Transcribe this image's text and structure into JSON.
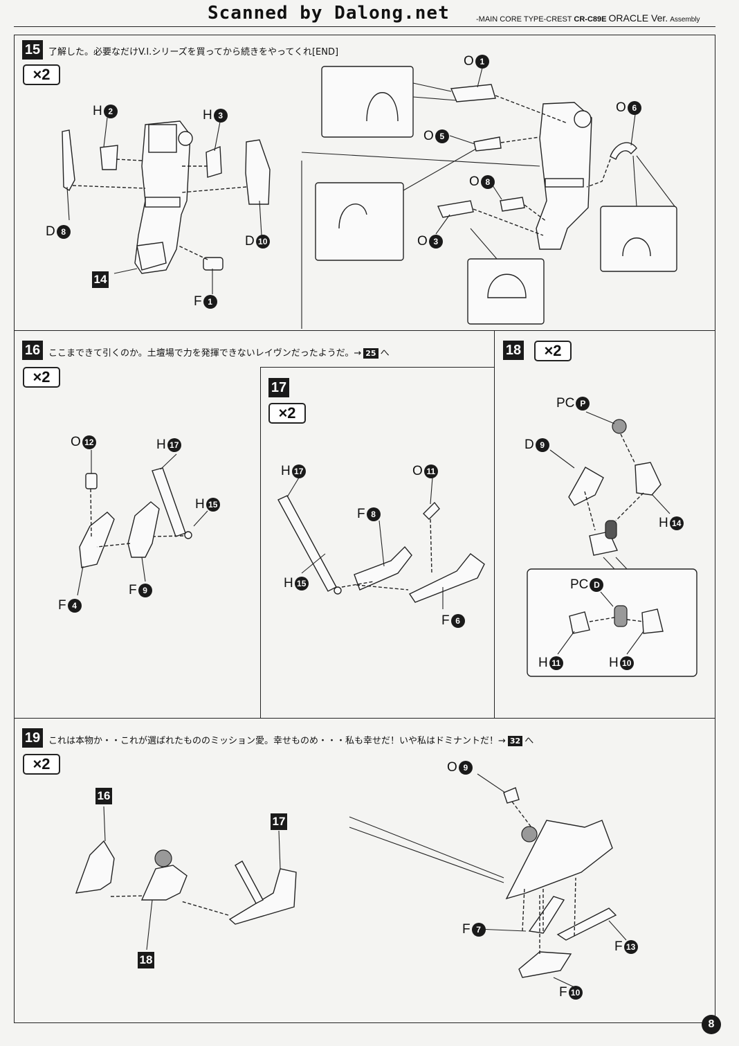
{
  "header": {
    "brand": "Scanned by Dalong.net",
    "model_prefix": "-MAIN CORE TYPE-CREST",
    "model_code": "CR-C89E",
    "version_label": "ORACLE Ver.",
    "section_label": "Assembly"
  },
  "steps": {
    "s15": {
      "number": "15",
      "text": "了解した。必要なだけV.I.シリーズを買ってから続きをやってくれ[END]",
      "multiplier": "×2",
      "labels": {
        "h2": {
          "letter": "H",
          "num": "2"
        },
        "h3": {
          "letter": "H",
          "num": "3"
        },
        "d8": {
          "letter": "D",
          "num": "8"
        },
        "d10": {
          "letter": "D",
          "num": "10"
        },
        "f1": {
          "letter": "F",
          "num": "1"
        },
        "o1": {
          "letter": "O",
          "num": "1"
        },
        "o5": {
          "letter": "O",
          "num": "5"
        },
        "o6": {
          "letter": "O",
          "num": "6"
        },
        "o8": {
          "letter": "O",
          "num": "8"
        },
        "o3": {
          "letter": "O",
          "num": "3"
        }
      },
      "ref_step": "14"
    },
    "s16": {
      "number": "16",
      "text_before": "ここまできて引くのか。土壇場で力を発揮できないレイヴンだったようだ。→",
      "ref": "25",
      "text_after": "へ",
      "multiplier": "×2",
      "labels": {
        "o12": {
          "letter": "O",
          "num": "12"
        },
        "h17": {
          "letter": "H",
          "num": "17"
        },
        "h15": {
          "letter": "H",
          "num": "15"
        },
        "f9": {
          "letter": "F",
          "num": "9"
        },
        "f4": {
          "letter": "F",
          "num": "4"
        }
      }
    },
    "s17": {
      "number": "17",
      "multiplier": "×2",
      "labels": {
        "h17": {
          "letter": "H",
          "num": "17"
        },
        "o11": {
          "letter": "O",
          "num": "11"
        },
        "f8": {
          "letter": "F",
          "num": "8"
        },
        "h15": {
          "letter": "H",
          "num": "15"
        },
        "f6": {
          "letter": "F",
          "num": "6"
        }
      }
    },
    "s18": {
      "number": "18",
      "multiplier": "×2",
      "labels": {
        "pcp": {
          "letter": "PC",
          "num": "P"
        },
        "d9": {
          "letter": "D",
          "num": "9"
        },
        "h14": {
          "letter": "H",
          "num": "14"
        },
        "pcd": {
          "letter": "PC",
          "num": "D"
        },
        "h11": {
          "letter": "H",
          "num": "11"
        },
        "h10": {
          "letter": "H",
          "num": "10"
        }
      }
    },
    "s19": {
      "number": "19",
      "text_before": "これは本物か・・これが選ばれたもののミッション愛。幸せものめ・・・私も幸せだ！いや私はドミナントだ！→",
      "ref": "32",
      "text_after": "へ",
      "multiplier": "×2",
      "ref_steps": [
        "16",
        "17",
        "18"
      ],
      "labels": {
        "o9": {
          "letter": "O",
          "num": "9"
        },
        "f7": {
          "letter": "F",
          "num": "7"
        },
        "f13": {
          "letter": "F",
          "num": "13"
        },
        "f10": {
          "letter": "F",
          "num": "10"
        }
      }
    }
  },
  "page_number": "8"
}
